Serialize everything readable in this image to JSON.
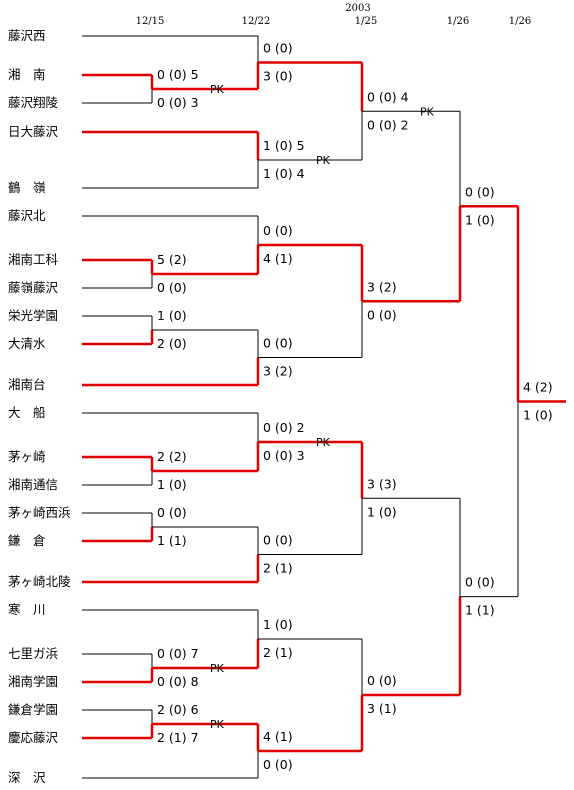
{
  "header": {
    "year": "2003",
    "dates": [
      "12/15",
      "12/22",
      "1/25",
      "1/26",
      "1/26"
    ]
  },
  "teams": [
    "藤沢西",
    "湘　南",
    "藤沢翔陵",
    "日大藤沢",
    "鶴　嶺",
    "藤沢北",
    "湘南工科",
    "藤嶺藤沢",
    "栄光学園",
    "大清水",
    "湘南台",
    "大　船",
    "茅ヶ崎",
    "湘南通信",
    "茅ヶ崎西浜",
    "鎌　倉",
    "茅ヶ崎北陵",
    "寒　川",
    "七里ガ浜",
    "湘南学園",
    "鎌倉学園",
    "慶応藤沢",
    "深　沢"
  ],
  "scores": {
    "r1": [
      {
        "a": "0 (0) 5",
        "b": "0 (0) 3",
        "pk": "PK"
      },
      {
        "a": "5 (2)",
        "b": "0 (0)",
        "pk": ""
      },
      {
        "a": "1 (0)",
        "b": "2 (0)",
        "pk": ""
      },
      {
        "a": "2 (2)",
        "b": "1 (0)",
        "pk": ""
      },
      {
        "a": "0 (0)",
        "b": "1 (1)",
        "pk": ""
      },
      {
        "a": "0 (0) 7",
        "b": "0 (0) 8",
        "pk": "PK"
      },
      {
        "a": "2 (0) 6",
        "b": "2 (1) 7",
        "pk": "PK"
      }
    ],
    "r2": [
      {
        "a": "0 (0)",
        "b": "3 (0)",
        "pk": ""
      },
      {
        "a": "1 (0) 5",
        "b": "1 (0) 4",
        "pk": "PK"
      },
      {
        "a": "0 (0)",
        "b": "4 (1)",
        "pk": ""
      },
      {
        "a": "0 (0)",
        "b": "3 (2)",
        "pk": ""
      },
      {
        "a": "0 (0) 2",
        "b": "0 (0) 3",
        "pk": "PK"
      },
      {
        "a": "0 (0)",
        "b": "2 (1)",
        "pk": ""
      },
      {
        "a": "1 (0)",
        "b": "2 (1)",
        "pk": ""
      },
      {
        "a": "4 (1)",
        "b": "0 (0)",
        "pk": ""
      }
    ],
    "r3": [
      {
        "a": "0 (0) 4",
        "b": "0 (0) 2",
        "pk": "PK"
      },
      {
        "a": "3 (2)",
        "b": "0 (0)",
        "pk": ""
      },
      {
        "a": "3 (3)",
        "b": "1 (0)",
        "pk": ""
      },
      {
        "a": "0 (0)",
        "b": "3 (1)",
        "pk": ""
      }
    ],
    "r4": [
      {
        "a": "0 (0)",
        "b": "1 (0)",
        "pk": ""
      },
      {
        "a": "0 (0)",
        "b": "1 (1)",
        "pk": ""
      }
    ],
    "r5": [
      {
        "a": "4 (2)",
        "b": "1 (0)",
        "pk": ""
      }
    ]
  },
  "colors": {
    "winner_line": "#e00000",
    "loser_line": "#000000"
  }
}
